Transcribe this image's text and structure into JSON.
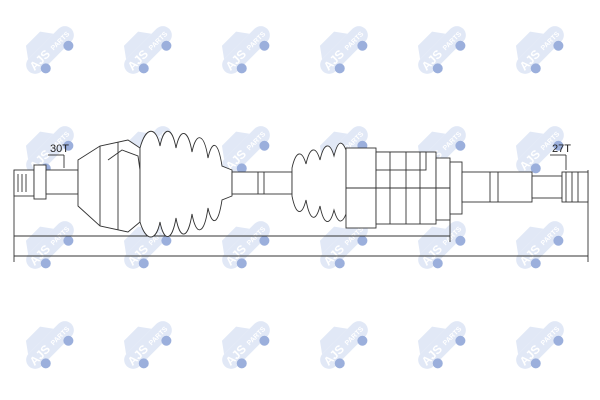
{
  "watermark": {
    "brand": "AJS",
    "suffix": "PARTS",
    "color": "#4a6fc0",
    "light_color": "#c9d6ef"
  },
  "labels": {
    "left_spline": "30T",
    "right_spline": "27T"
  }
}
